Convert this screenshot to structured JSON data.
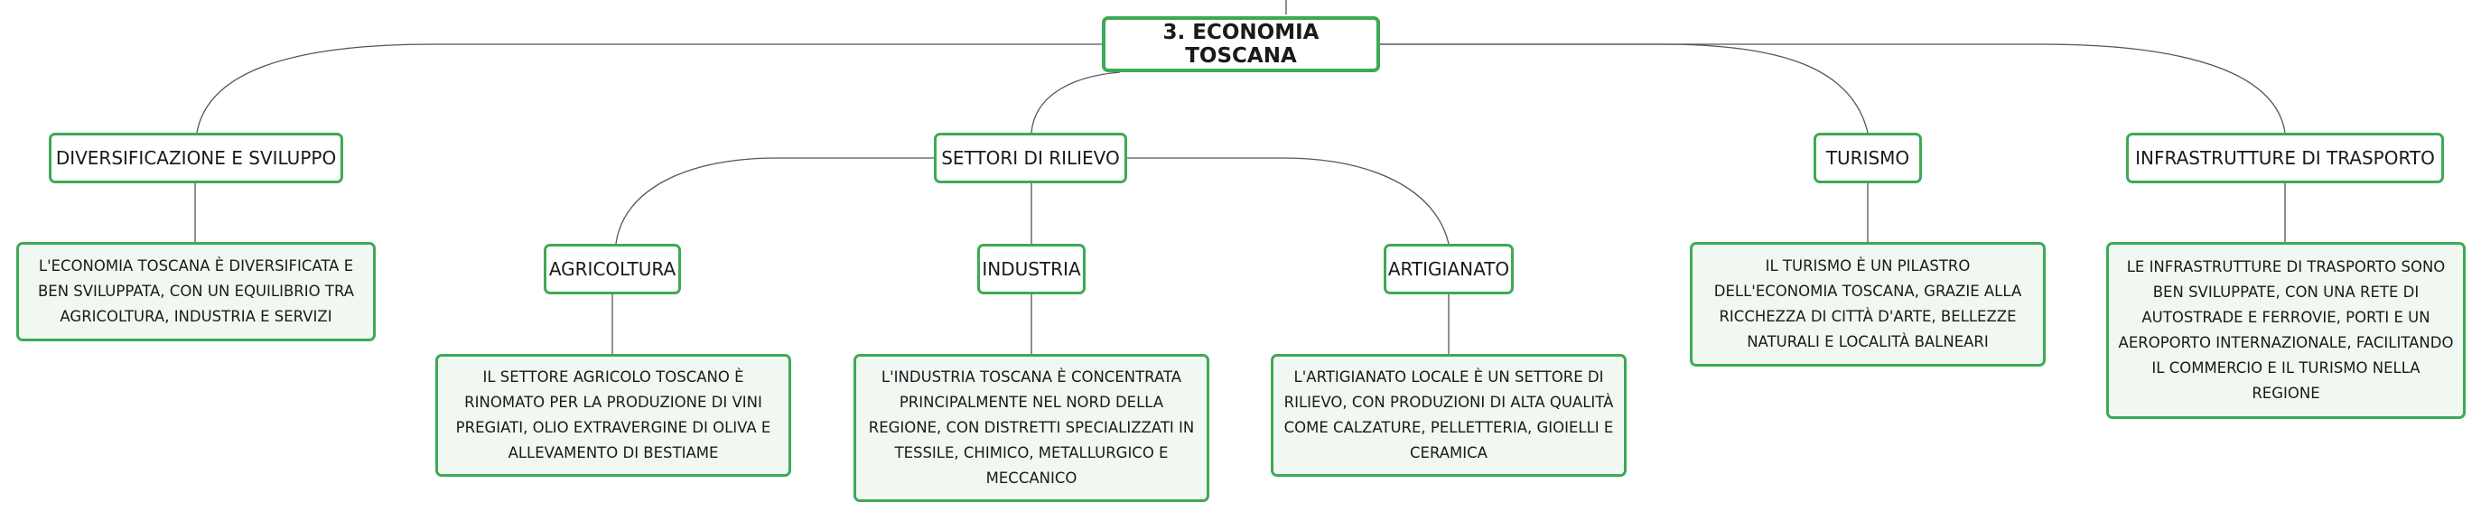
{
  "colors": {
    "border": "#3daa55",
    "note_bg": "#f1f8f2",
    "line": "#555555"
  },
  "root": {
    "label": "3. ECONOMIA TOSCANA"
  },
  "branches": {
    "diversificazione": {
      "label": "DIVERSIFICAZIONE E SVILUPPO",
      "note": "L'ECONOMIA TOSCANA È DIVERSIFICATA E BEN SVILUPPATA, CON UN EQUILIBRIO TRA AGRICOLTURA, INDUSTRIA E SERVIZI"
    },
    "settori": {
      "label": "SETTORI DI RILIEVO",
      "agricoltura": {
        "label": "AGRICOLTURA",
        "note": "IL SETTORE AGRICOLO TOSCANO È RINOMATO PER LA PRODUZIONE DI VINI PREGIATI, OLIO EXTRAVERGINE DI OLIVA E ALLEVAMENTO DI BESTIAME"
      },
      "industria": {
        "label": "INDUSTRIA",
        "note": "L'INDUSTRIA TOSCANA È CONCENTRATA PRINCIPALMENTE NEL NORD DELLA REGIONE, CON DISTRETTI SPECIALIZZATI IN TESSILE, CHIMICO, METALLURGICO E MECCANICO"
      },
      "artigianato": {
        "label": "ARTIGIANATO",
        "note": "L'ARTIGIANATO LOCALE È UN SETTORE DI RILIEVO, CON PRODUZIONI DI ALTA QUALITÀ COME CALZATURE, PELLETTERIA, GIOIELLI E CERAMICA"
      }
    },
    "turismo": {
      "label": "TURISMO",
      "note": "IL TURISMO È UN PILASTRO DELL'ECONOMIA TOSCANA, GRAZIE ALLA RICCHEZZA DI CITTÀ D'ARTE, BELLEZZE NATURALI E LOCALITÀ BALNEARI"
    },
    "infrastrutture": {
      "label": "INFRASTRUTTURE DI TRASPORTO",
      "note": "LE INFRASTRUTTURE DI TRASPORTO SONO BEN SVILUPPATE, CON UNA RETE DI AUTOSTRADE E FERROVIE, PORTI E UN AEROPORTO INTERNAZIONALE, FACILITANDO IL COMMERCIO E IL TURISMO NELLA REGIONE"
    }
  }
}
